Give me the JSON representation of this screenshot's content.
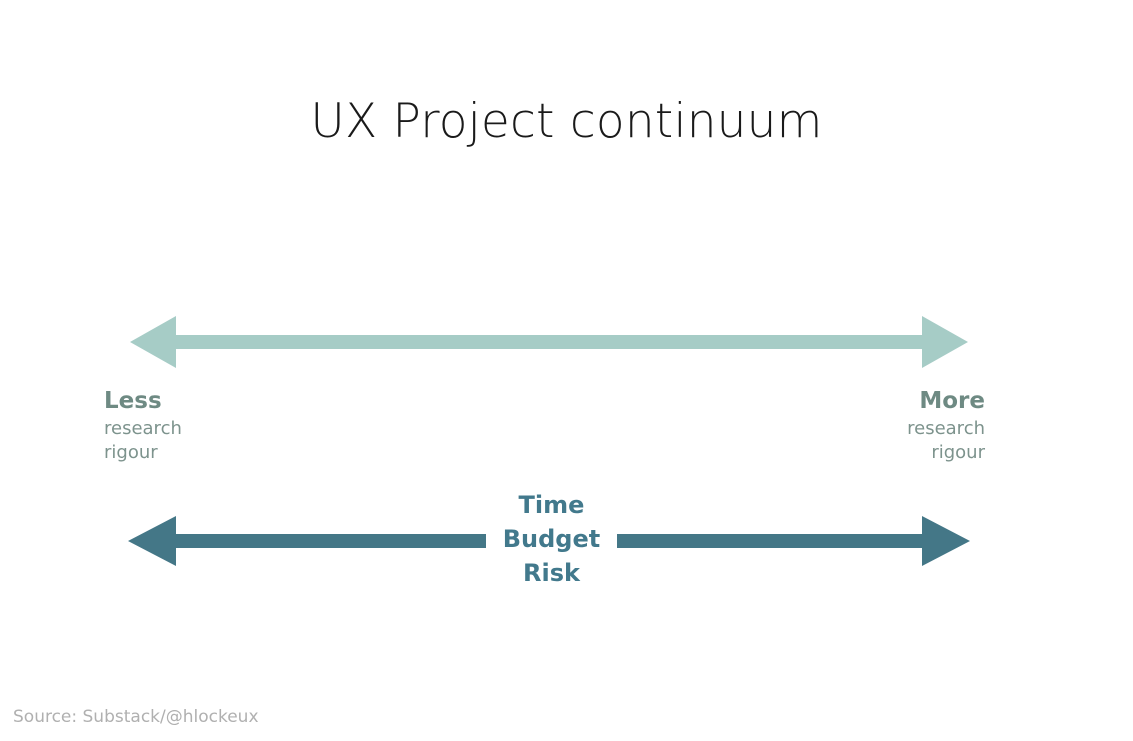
{
  "title": "UX Project continuum",
  "colors": {
    "background": "#ffffff",
    "title_text": "#1a1a1a",
    "arrow_light": "#a6ccc6",
    "arrow_dark": "#447787",
    "label_strong": "#6e8a83",
    "label_sub": "#7d938d",
    "center_text": "#42798c",
    "footer_text": "#b0b0b0"
  },
  "continuum": {
    "rigour_axis": {
      "icon": "double-headed-arrow-icon",
      "left": {
        "strong": "Less",
        "sub_line1": "research",
        "sub_line2": "rigour"
      },
      "right": {
        "strong": "More",
        "sub_line1": "research",
        "sub_line2": "rigour"
      }
    },
    "cost_axis": {
      "icon": "double-headed-arrow-icon",
      "center_labels": [
        "Time",
        "Budget",
        "Risk"
      ]
    }
  },
  "footer": {
    "source": "Source: Substack/@hlockeux"
  }
}
